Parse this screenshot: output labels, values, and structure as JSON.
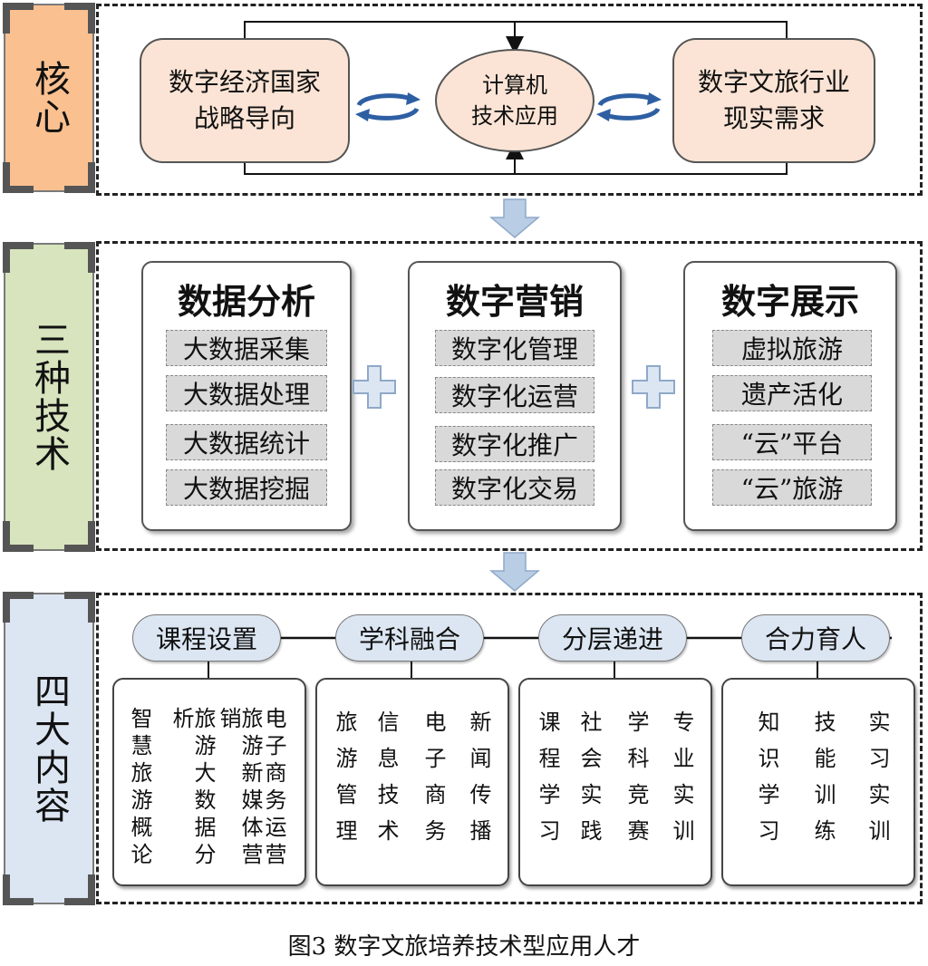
{
  "sections": {
    "core": "核心",
    "tech": "三种技术",
    "content": "四大内容"
  },
  "core": {
    "left": [
      "数字经济国家",
      "战略导向"
    ],
    "center": [
      "计算机",
      "技术应用"
    ],
    "right": [
      "数字文旅行业",
      "现实需求"
    ]
  },
  "tech": [
    {
      "title": "数据分析",
      "items": [
        "大数据采集",
        "大数据处理",
        "大数据统计",
        "大数据挖掘"
      ]
    },
    {
      "title": "数字营销",
      "items": [
        "数字化管理",
        "数字化运营",
        "数字化推广",
        "数字化交易"
      ]
    },
    {
      "title": "数字展示",
      "items": [
        "虚拟旅游",
        "遗产活化",
        "“云”平台",
        "“云”旅游"
      ]
    }
  ],
  "content": {
    "pills": [
      "课程设置",
      "学科融合",
      "分层递进",
      "合力育人"
    ],
    "boxes": [
      [
        "智慧旅游概论",
        "旅游大数据分析",
        "旅游新媒体营销",
        "电子商务运营"
      ],
      [
        "旅游管理",
        "信息技术",
        "电子商务",
        "新闻传播"
      ],
      [
        "课程学习",
        "社会实践",
        "学科竞赛",
        "专业实训"
      ],
      [
        "知识学习",
        "技能训练",
        "实习实训"
      ]
    ]
  },
  "caption": "图3 数字文旅培养技术型应用人才",
  "colors": {
    "peach": "#fbe4d5",
    "orange": "#fac090",
    "green": "#d7e4bd",
    "blue_label": "#dce6f2",
    "arrow_blue": "#2e5fa3"
  }
}
